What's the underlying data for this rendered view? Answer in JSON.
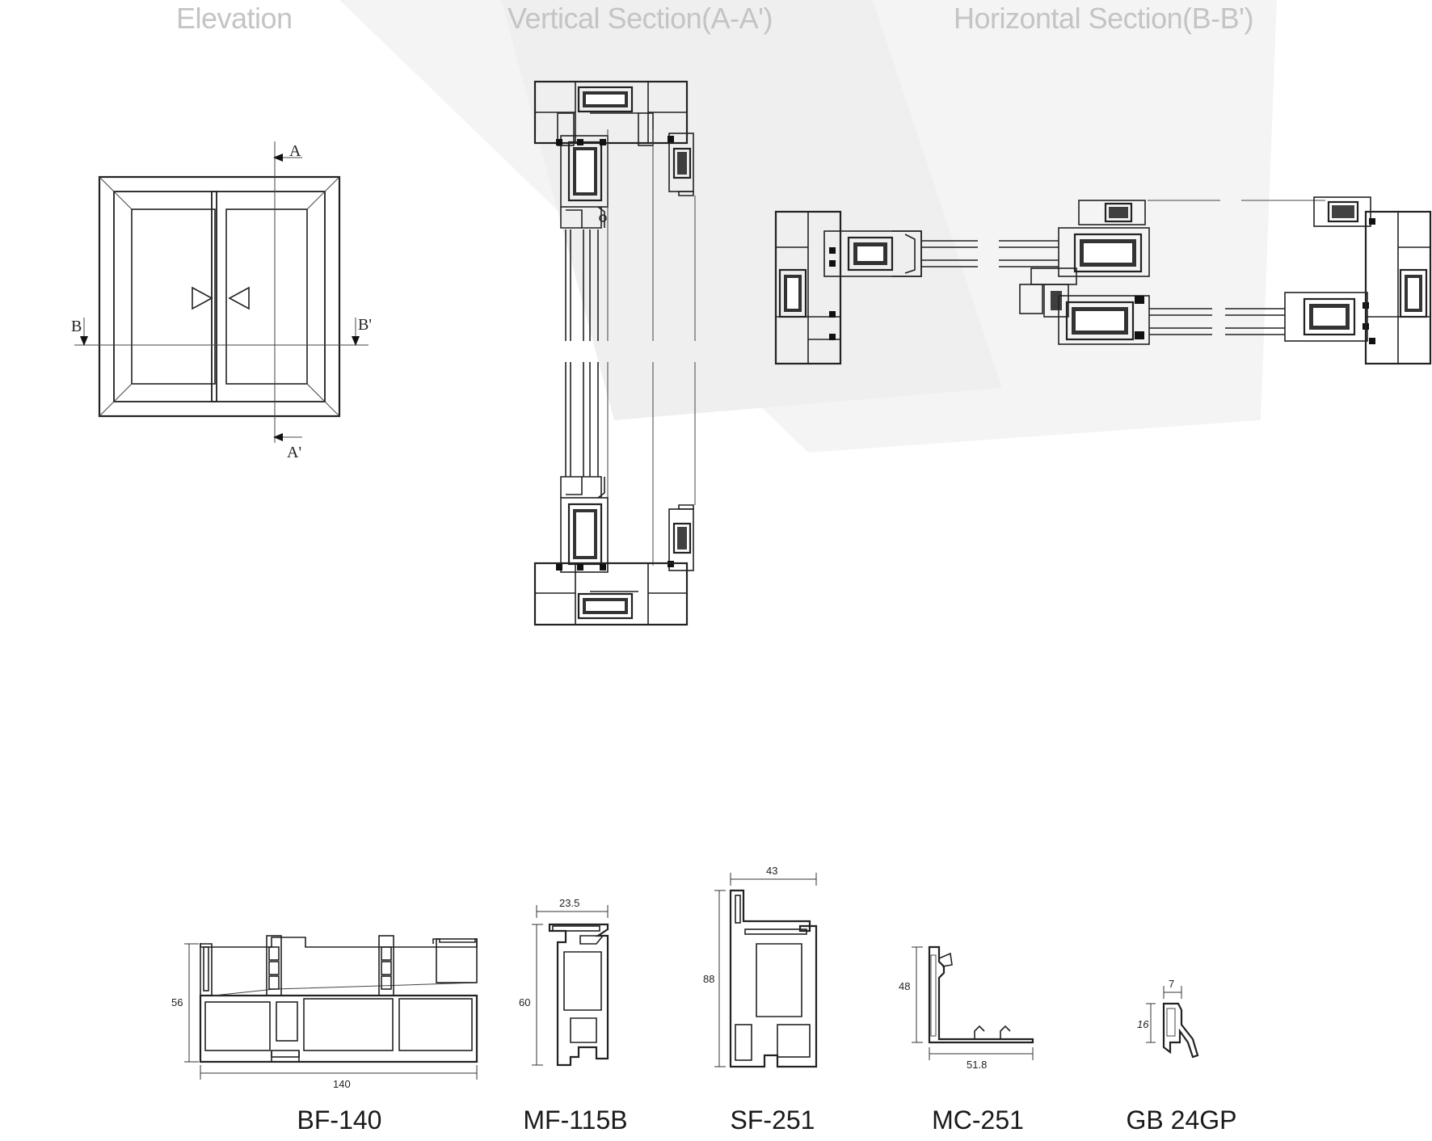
{
  "headers": {
    "elevation": "Elevation",
    "vertical": "Vertical Section(A-A')",
    "horizontal": "Horizontal Section(B-B')"
  },
  "elevation_marks": {
    "a_top": "A",
    "a_bottom": "A'",
    "b_left": "B",
    "b_right": "B'"
  },
  "profiles": [
    {
      "code": "BF-140",
      "dims": [
        "56",
        "140"
      ]
    },
    {
      "code": "MF-115B",
      "dims": [
        "23.5",
        "60"
      ]
    },
    {
      "code": "SF-251",
      "dims": [
        "43",
        "88"
      ]
    },
    {
      "code": "MC-251",
      "dims": [
        "48",
        "51.8"
      ]
    },
    {
      "code": "GB 24GP",
      "dims": [
        "7",
        "16"
      ]
    }
  ],
  "colors": {
    "header_text": "#c4c4c4",
    "line": "#222222",
    "background": "#ffffff",
    "watermark": "#f3f3f3"
  }
}
